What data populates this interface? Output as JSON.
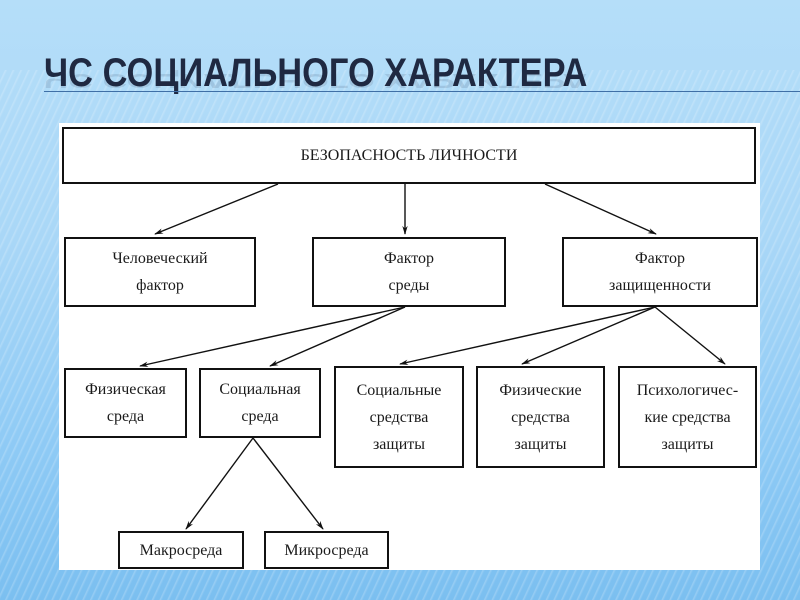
{
  "slide": {
    "title": "ЧС СОЦИАЛЬНОГО ХАРАКТЕРА"
  },
  "diagram": {
    "root": {
      "id": "root",
      "lines": [
        "БЕЗОПАСНОСТЬ ЛИЧНОСТИ"
      ]
    },
    "factors": [
      {
        "id": "human",
        "lines": [
          "Человеческий",
          "фактор"
        ]
      },
      {
        "id": "env",
        "lines": [
          "Фактор",
          "среды"
        ]
      },
      {
        "id": "protect",
        "lines": [
          "Фактор",
          "защищенности"
        ]
      }
    ],
    "level3": [
      {
        "id": "phys-env",
        "lines": [
          "Физическая",
          "среда"
        ]
      },
      {
        "id": "soc-env",
        "lines": [
          "Социальная",
          "среда"
        ]
      },
      {
        "id": "soc-prot",
        "lines": [
          "Социальные",
          "средства",
          "защиты"
        ]
      },
      {
        "id": "phys-prot",
        "lines": [
          "Физические",
          "средства",
          "защиты"
        ]
      },
      {
        "id": "psy-prot",
        "lines": [
          "Психологичес-",
          "кие средства",
          "защиты"
        ]
      }
    ],
    "level4": [
      {
        "id": "macro",
        "lines": [
          "Макросреда"
        ]
      },
      {
        "id": "micro",
        "lines": [
          "Микросреда"
        ]
      }
    ],
    "edges": [
      [
        "root",
        "human"
      ],
      [
        "root",
        "env"
      ],
      [
        "root",
        "protect"
      ],
      [
        "env",
        "phys-env"
      ],
      [
        "env",
        "soc-env"
      ],
      [
        "protect",
        "soc-prot"
      ],
      [
        "protect",
        "phys-prot"
      ],
      [
        "protect",
        "psy-prot"
      ],
      [
        "soc-env",
        "macro"
      ],
      [
        "soc-env",
        "micro"
      ]
    ]
  }
}
